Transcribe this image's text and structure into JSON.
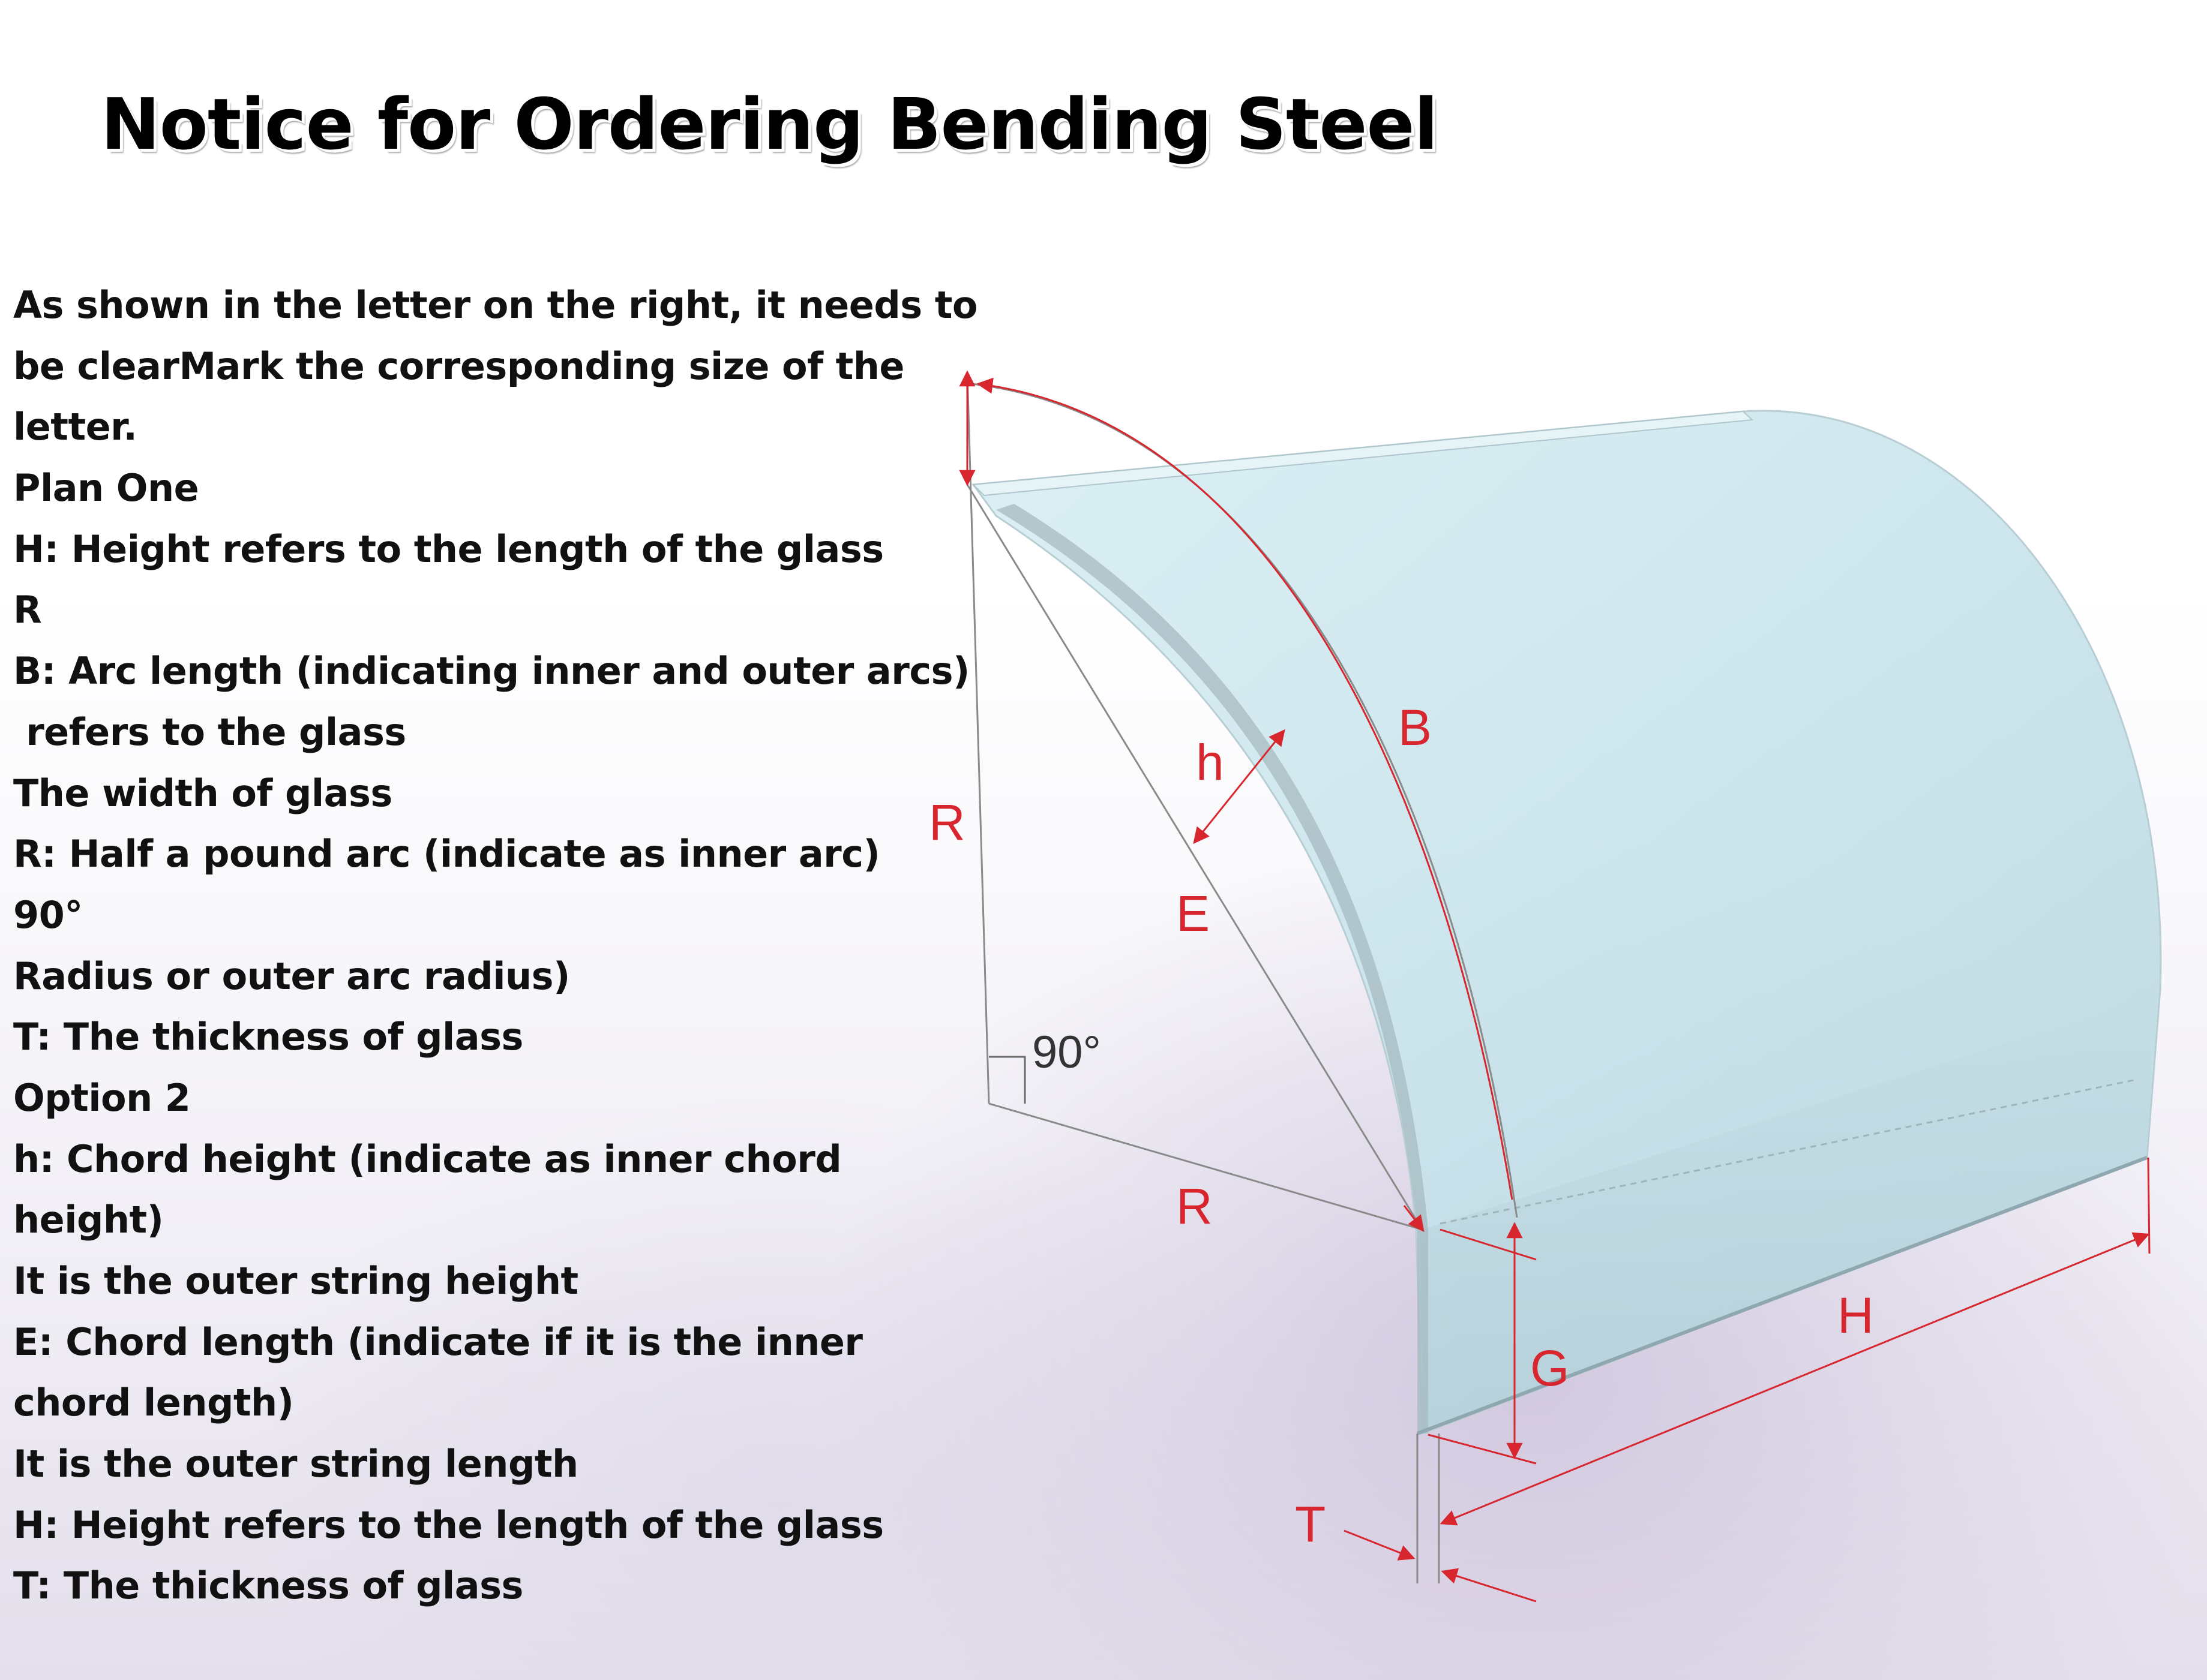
{
  "title": "Notice for Ordering Bending Steel",
  "lines": [
    "As shown in the letter on the right, it needs to",
    "be clearMark the corresponding size of the",
    "letter.",
    "Plan One",
    "H: Height refers to the length of the glass",
    "R",
    "B: Arc length (indicating inner and outer arcs)",
    " refers to the glass",
    "The width of glass",
    "R: Half a pound arc (indicate as inner arc)",
    "90°",
    "Radius or outer arc radius)",
    "T: The thickness of glass",
    "Option 2",
    "h: Chord height (indicate as inner chord",
    "height)",
    "It is the outer string height",
    "E: Chord length (indicate if it is the inner",
    "chord length)",
    "It is the outer string length",
    "H: Height refers to the length of the glass",
    "T: The thickness of glass"
  ],
  "diagram": {
    "labels": {
      "R_vertical": "R",
      "R_horizontal": "R",
      "B": "B",
      "h": "h",
      "E": "E",
      "angle": "90°",
      "G": "G",
      "H": "H",
      "T": "T"
    },
    "colors": {
      "glass_face": "#c9e4ec",
      "glass_edge": "#a8bcc4",
      "dimension_lines": "#d7262e",
      "construction_lines": "#7a7a7a"
    }
  }
}
